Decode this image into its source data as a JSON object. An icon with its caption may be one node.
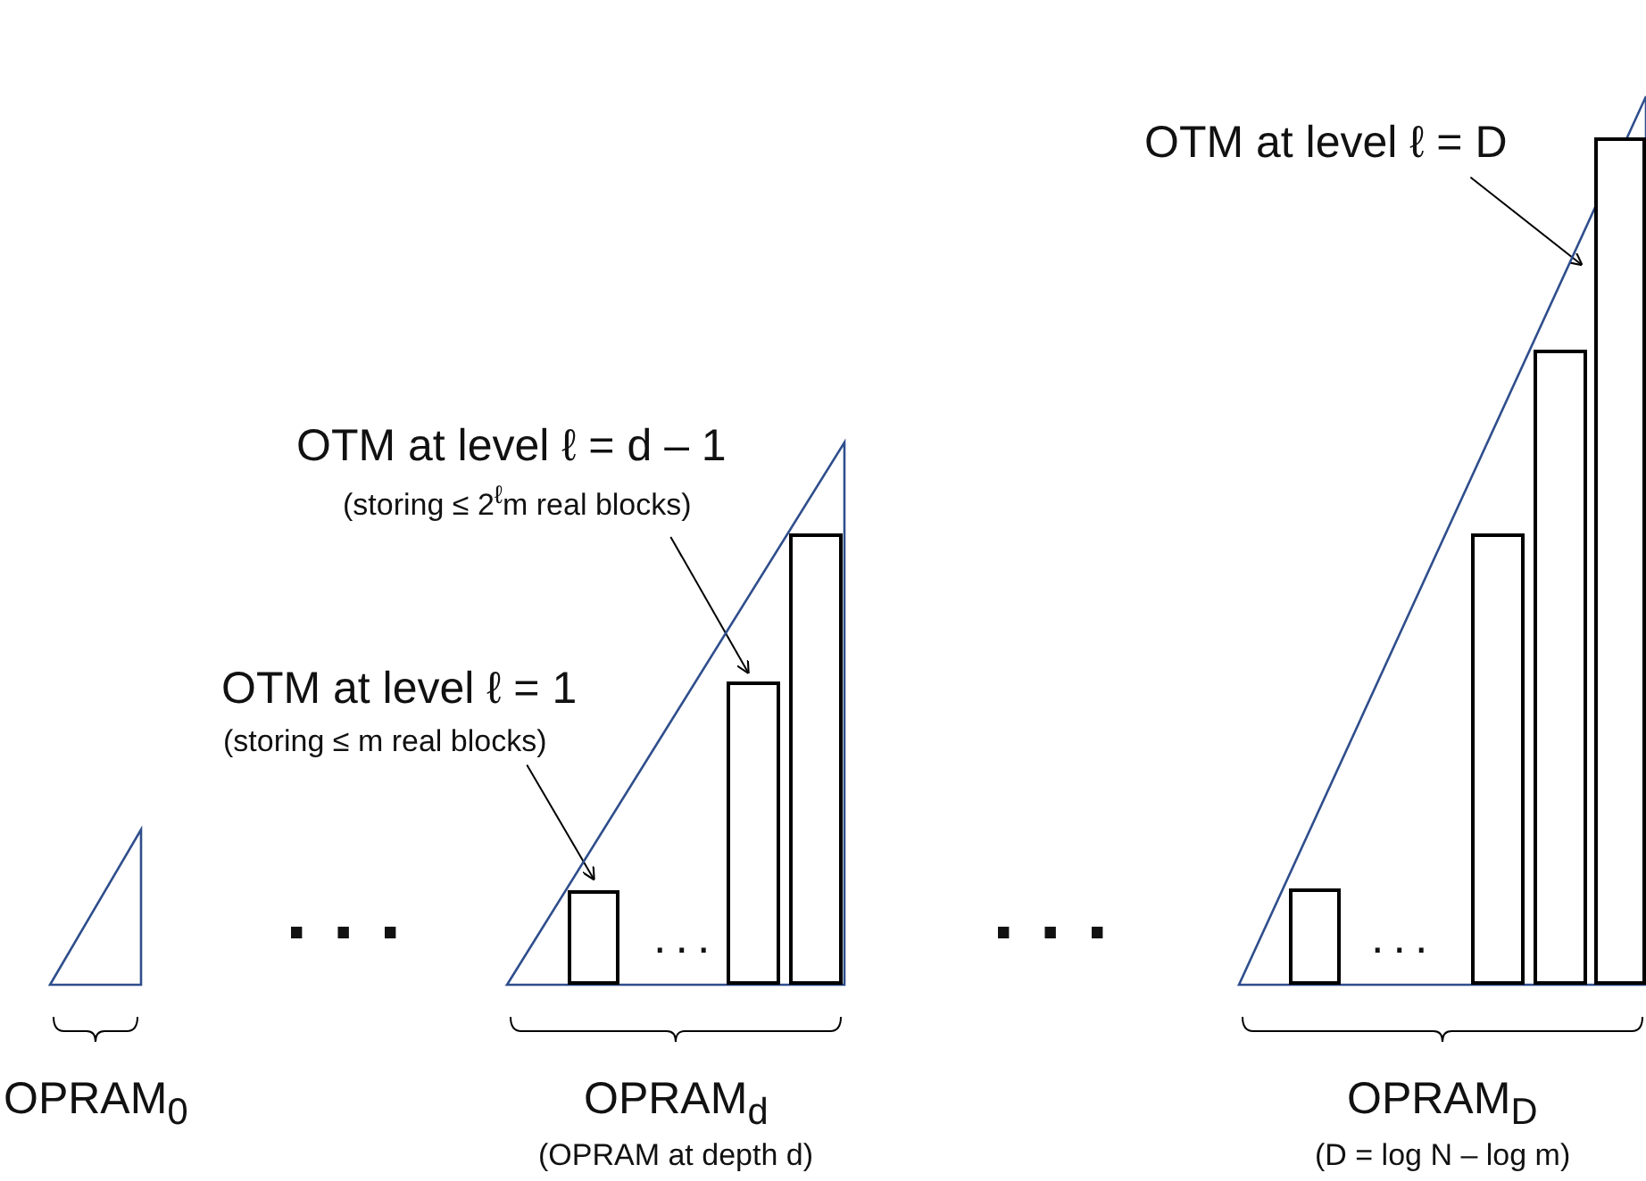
{
  "diagram": {
    "nodes": [
      {
        "text": [
          "OPRAM$_{0}$"
        ]
      },
      {
        "text": [
          "OTM at level ℓ = 1",
          "(storing ≤ m real blocks)"
        ]
      },
      {
        "text": [
          "OTM at level ℓ = d – 1",
          "(storing ≤ 2$^{ℓ}$m real blocks)"
        ]
      },
      {
        "text": [
          "OPRAM$_{d}$",
          "(OPRAM at depth d)"
        ]
      },
      {
        "text": [],
        "shape": "bar",
        "in": 3
      },
      {
        "text": [],
        "shape": "bar",
        "in": 3
      },
      {
        "text": [],
        "shape": "bar",
        "in": 3
      },
      {
        "text": [
          "OTM at level ℓ = D"
        ]
      },
      {
        "text": [
          "OPRAM$_{D}$",
          "(D = log N – log m)"
        ]
      },
      {
        "text": [],
        "shape": "bar",
        "in": 8
      },
      {
        "text": [],
        "shape": "bar",
        "in": 8
      },
      {
        "text": [],
        "shape": "bar",
        "in": 8
      },
      {
        "text": [],
        "shape": "bar",
        "in": 8
      }
    ],
    "edges": [
      {
        "from": 1,
        "to": 4,
        "arrow": "to"
      },
      {
        "from": 2,
        "to": 5,
        "arrow": "to"
      },
      {
        "from": 7,
        "to": 12,
        "arrow": "to"
      }
    ],
    "labels": [
      "...",
      "...",
      "...",
      "..."
    ]
  }
}
